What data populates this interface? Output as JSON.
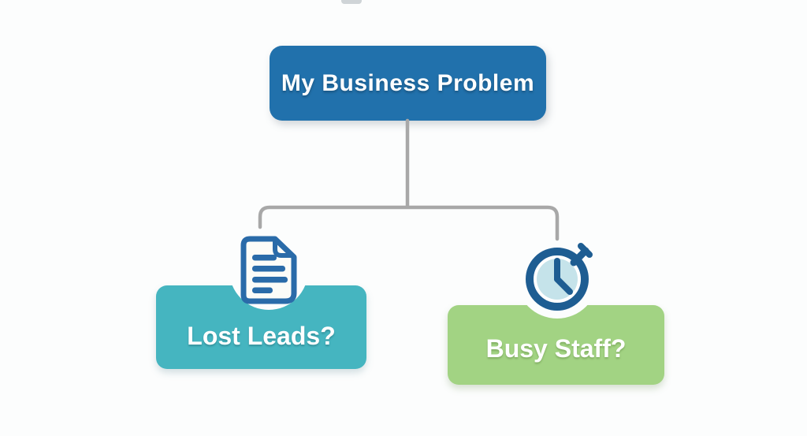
{
  "background": {
    "color": "#fcfdfd"
  },
  "top_edge_artifact": {
    "color": "#9aa1a8"
  },
  "diagram": {
    "root_node": {
      "label": "My Business Problem",
      "color": "#2171ac",
      "text_color": "#ffffff"
    },
    "child_nodes": [
      {
        "label": "Lost Leads?",
        "color": "#45b5c0",
        "text_color": "#ffffff",
        "icon": "document-icon"
      },
      {
        "label": "Busy Staff?",
        "color": "#a2d383",
        "text_color": "#ffffff",
        "icon": "stopwatch-icon"
      }
    ],
    "connector_color": "#a8a8a8",
    "icons": {
      "document": {
        "color": "#2a6ba9",
        "paper_color": "#fcfcf8"
      },
      "stopwatch": {
        "color": "#1e5d92",
        "face_color": "#c5e3ea",
        "gap_color": "#ffffff"
      }
    }
  }
}
